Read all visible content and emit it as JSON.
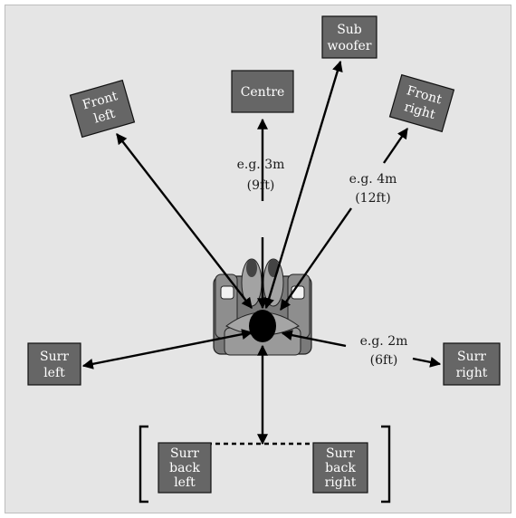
{
  "speakers": {
    "front_left": [
      "Front",
      "left"
    ],
    "centre": [
      "Centre"
    ],
    "subwoofer": [
      "Sub",
      "woofer"
    ],
    "front_right": [
      "Front",
      "right"
    ],
    "surr_left": [
      "Surr",
      "left"
    ],
    "surr_right": [
      "Surr",
      "right"
    ],
    "surr_back_left": [
      "Surr",
      "back",
      "left"
    ],
    "surr_back_right": [
      "Surr",
      "back",
      "right"
    ]
  },
  "distances": {
    "centre": [
      "e.g. 3m",
      "(9ft)"
    ],
    "front_right": [
      "e.g. 4m",
      "(12ft)"
    ],
    "surround": [
      "e.g. 2m",
      "(6ft)"
    ]
  },
  "colors": {
    "background": "#e5e5e5",
    "speaker_box": "#666666",
    "speaker_text": "#ffffff",
    "arrow": "#000000"
  }
}
